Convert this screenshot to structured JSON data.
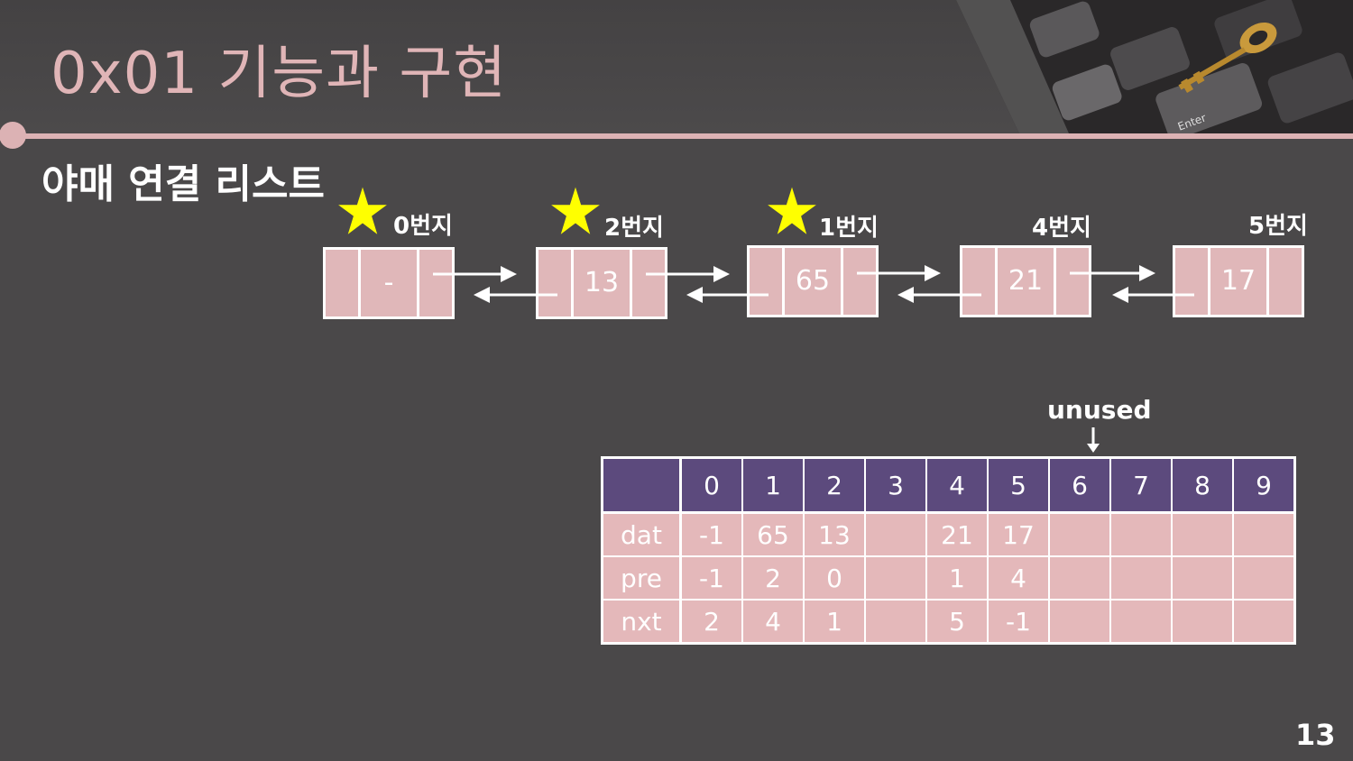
{
  "slide": {
    "title": "0x01  기능과 구현",
    "subtitle": "야매 연결 리스트",
    "page_number": "13"
  },
  "colors": {
    "background": "#4a4849",
    "accent_pink": "#dcb2b4",
    "node_fill": "#e0b7b9",
    "table_header": "#5c4a7d",
    "star": "#ffff00"
  },
  "linked_list": {
    "nodes": [
      {
        "address": "0번지",
        "value": "-",
        "starred": true
      },
      {
        "address": "2번지",
        "value": "13",
        "starred": true
      },
      {
        "address": "1번지",
        "value": "65",
        "starred": true
      },
      {
        "address": "4번지",
        "value": "21",
        "starred": false
      },
      {
        "address": "5번지",
        "value": "17",
        "starred": false
      }
    ]
  },
  "array_table": {
    "indices": [
      "0",
      "1",
      "2",
      "3",
      "4",
      "5",
      "6",
      "7",
      "8",
      "9"
    ],
    "rows": [
      {
        "label": "dat",
        "cells": [
          "-1",
          "65",
          "13",
          "",
          "21",
          "17",
          "",
          "",
          "",
          ""
        ]
      },
      {
        "label": "pre",
        "cells": [
          "-1",
          "2",
          "0",
          "",
          "1",
          "4",
          "",
          "",
          "",
          ""
        ]
      },
      {
        "label": "nxt",
        "cells": [
          "2",
          "4",
          "1",
          "",
          "5",
          "-1",
          "",
          "",
          "",
          ""
        ]
      }
    ],
    "unused_label": "unused",
    "unused_index": "6"
  },
  "icons": {
    "star": "star-icon",
    "decoration": "keyboard-key-photo"
  }
}
